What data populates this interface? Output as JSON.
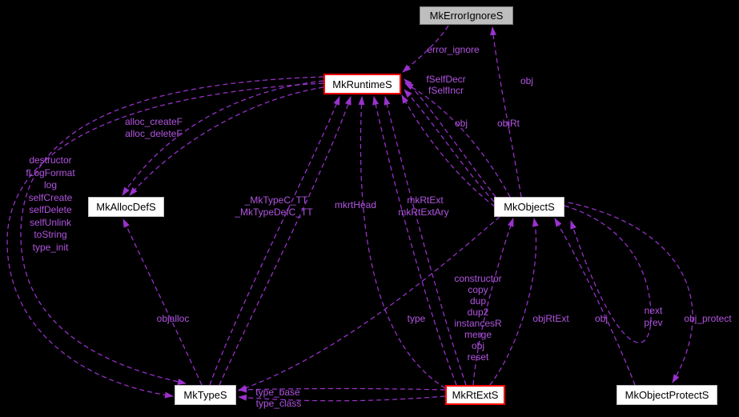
{
  "diagram": {
    "kind": "collaboration-graph",
    "colors": {
      "edge": "#9a32cd",
      "edge_label": "#b155e0",
      "node_bg": "#ffffff",
      "node_text": "#000000",
      "node_border": "#bfbfbf",
      "highlight_border": "#ff0000",
      "gray_node_bg": "#bebebe",
      "gray_node_border": "#7f7f7f"
    },
    "nodes": {
      "error_ignore_s": {
        "label": "MkErrorIgnoreS"
      },
      "runtime_s": {
        "label": "MkRuntimeS"
      },
      "alloc_def_s": {
        "label": "MkAllocDefS"
      },
      "object_s": {
        "label": "MkObjectS"
      },
      "type_s": {
        "label": "MkTypeS"
      },
      "rt_ext_s": {
        "label": "MkRtExtS"
      },
      "object_protect_s": {
        "label": "MkObjectProtectS"
      }
    },
    "edge_labels": {
      "error_ignore": "error_ignore",
      "f_self_decr": "fSelfDecr",
      "f_self_incr": "fSelfIncr",
      "obj_to_error_ignore": "obj",
      "obj_to_runtime": "obj",
      "obj_rt": "objRt",
      "alloc_create_f": "alloc_createF",
      "alloc_delete_f": "alloc_deleteF",
      "type_callbacks": [
        "destructor",
        "fLogFormat",
        "log",
        "selfCreate",
        "selfDelete",
        "selfUnlink",
        "toString",
        "type_init"
      ],
      "mk_type_c_tt": "_MkTypeC_TT",
      "mk_type_def_c_tt": "_MkTypeDefC_TT",
      "mkrt_head": "mkrtHead",
      "mk_rt_ext": "mkRtExt",
      "mk_rt_ext_ary": "mkRtExtAry",
      "objalloc": "objalloc",
      "type": "type",
      "object_slots": [
        "constructor",
        "copy",
        "dup",
        "dup2",
        "instancesR",
        "merge",
        "obj",
        "reset"
      ],
      "obj_rt_ext": "objRtExt",
      "obj_to_object": "obj",
      "next_prev": [
        "next",
        "prev"
      ],
      "obj_protect": "obj_protect",
      "type_base": "type_base",
      "type_class": "type_class"
    }
  }
}
